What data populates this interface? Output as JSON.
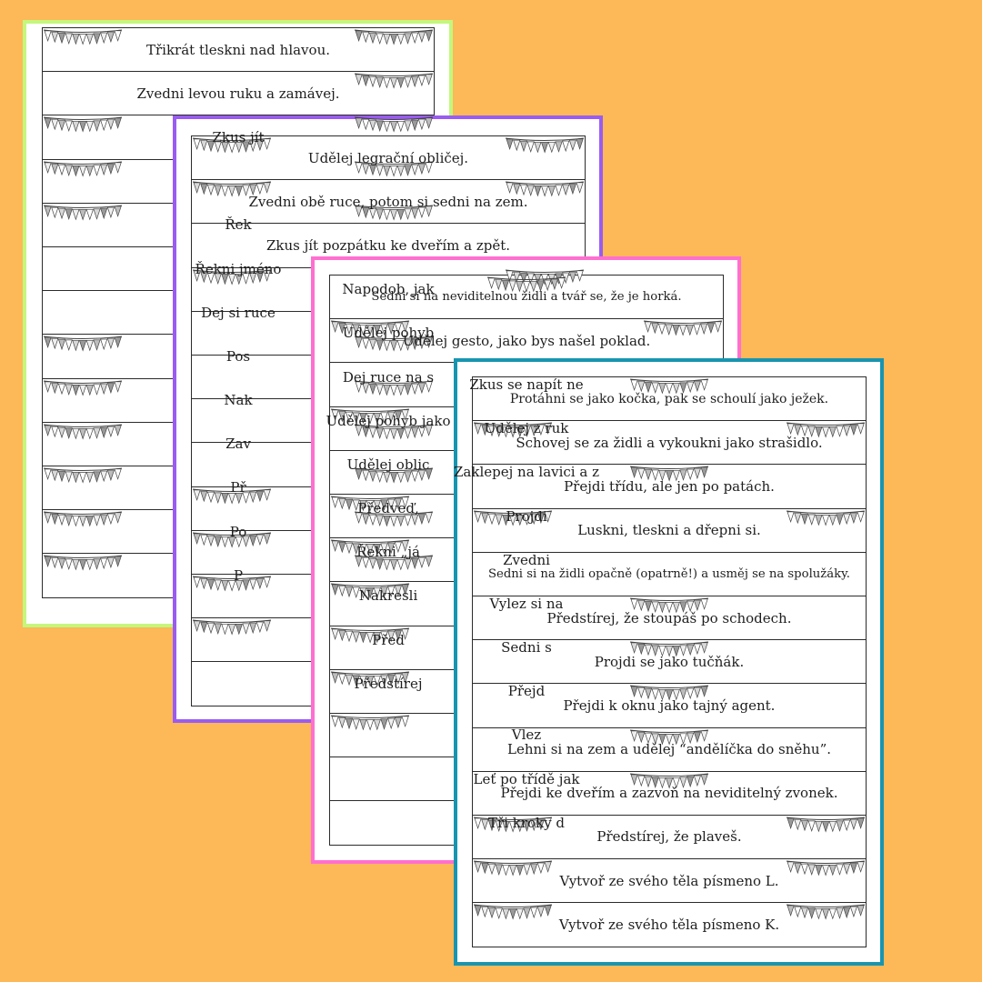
{
  "background_color": "#fdb858",
  "sheets": [
    {
      "id": "green",
      "border_color": "#c4f77c",
      "items": [
        "Třikrát tleskni nad hlavou.",
        "Zvedni levou ruku a zamávej.",
        "Zkus jít",
        "",
        "Řek",
        "Řekni jméno",
        "Dej si ruce",
        "Pos",
        "Nak",
        "Zav",
        "Př",
        "Po",
        "P"
      ]
    },
    {
      "id": "purple",
      "border_color": "#9a5cf0",
      "items": [
        "Udělej legrační obličej.",
        "Zvedni obě ruce, potom si sedni na zem.",
        "Zkus jít pozpátku ke dveřím a zpět.",
        "Napodob, jak",
        "Udělej pohyb",
        "Dej ruce na s",
        "Udělej pohyb jako",
        "Udělej oblic",
        "Předveď,",
        "Řekni „já",
        "Nakresli",
        "Před",
        "Předstírej"
      ]
    },
    {
      "id": "pink",
      "border_color": "#ff6fd0",
      "items": [
        "Sedni si na neviditelnou židli a tvář se, že je horká.",
        "Udělej gesto, jako bys našel poklad.",
        "Zkus se napít ne",
        "Udělej z ruk",
        "Zaklepej na lavici a z",
        "Projdi",
        "Zvedni",
        "Vylez si na",
        "Sedni s",
        "Přejd",
        "Vlez",
        "Leť po třídě jak",
        "Tři kroky d"
      ]
    },
    {
      "id": "teal",
      "border_color": "#1795b0",
      "items": [
        "Protáhni se jako kočka, pak se schoulí jako ježek.",
        "Schovej se za židli a vykoukni jako strašidlo.",
        "Přejdi třídu, ale jen po patách.",
        "Luskni, tleskni a dřepni si.",
        "Sedni si na židli opačně (opatrně!) a usměj se na spolužáky.",
        "Předstírej, že stoupáš po schodech.",
        "Projdi se jako tučňák.",
        "Přejdi k oknu jako tajný agent.",
        "Lehni si na zem a udělej “andělíčka do sněhu”.",
        "Přejdi ke dveřím a zazvoň na neviditelný zvonek.",
        "Předstírej, že plaveš.",
        "Vytvoř ze svého těla písmeno L.",
        "Vytvoř ze svého těla písmeno K."
      ]
    }
  ]
}
